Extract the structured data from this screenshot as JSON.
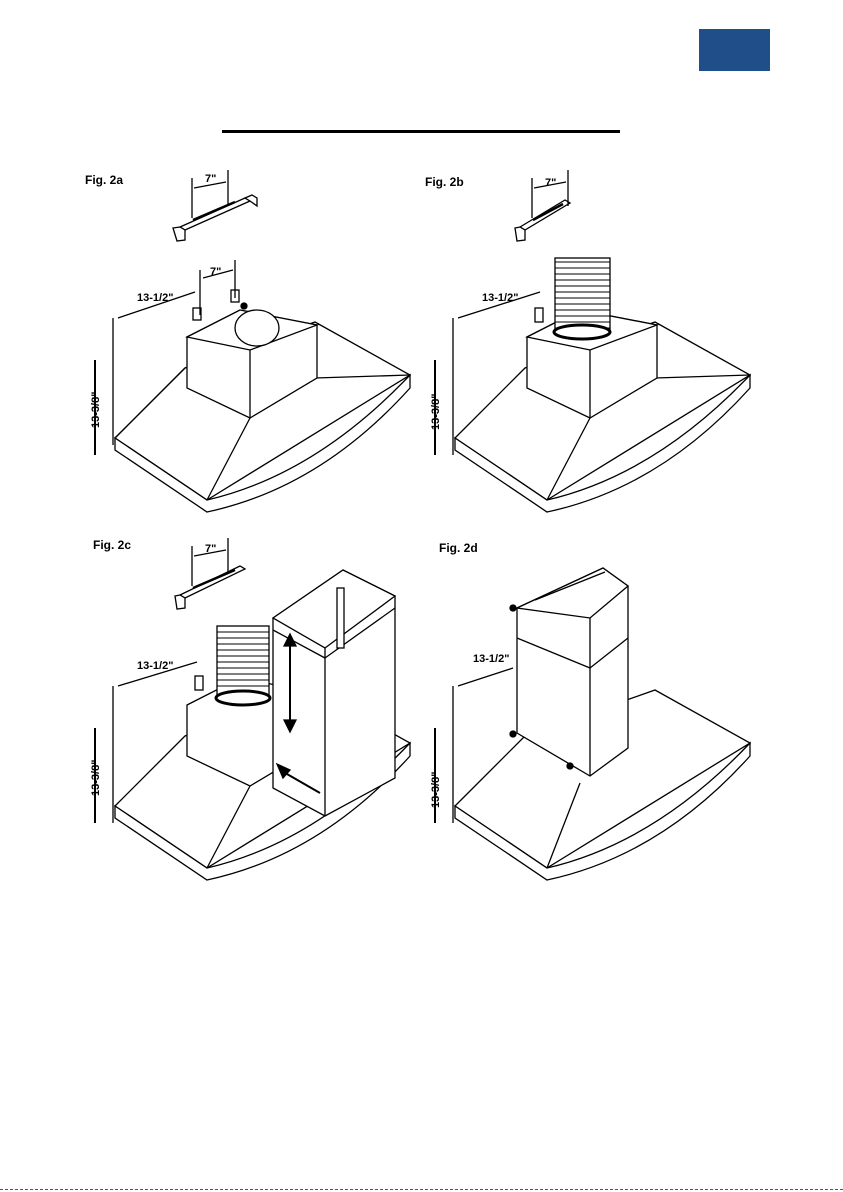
{
  "header": {
    "tab_color": "#1f4e89"
  },
  "figures": [
    {
      "label": "Fig. 2a",
      "bracket_dim": "7\"",
      "top_dim": "7\"",
      "width_dim": "13-1/2\"",
      "height_dim": "13-3/8\"",
      "variant": "opening"
    },
    {
      "label": "Fig. 2b",
      "bracket_dim": "7\"",
      "width_dim": "13-1/2\"",
      "height_dim": "13-3/8\"",
      "variant": "flex-duct"
    },
    {
      "label": "Fig. 2c",
      "bracket_dim": "7\"",
      "width_dim": "13-1/2\"",
      "height_dim": "13-3/8\"",
      "variant": "chimney-insert"
    },
    {
      "label": "Fig. 2d",
      "width_dim": "13-1/2\"",
      "height_dim": "13-3/8\"",
      "variant": "chimney-installed"
    }
  ]
}
